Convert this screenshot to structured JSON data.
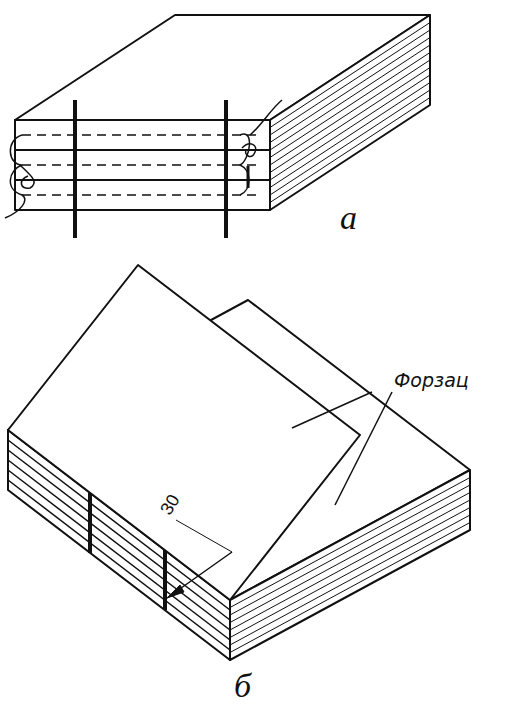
{
  "diagram": {
    "labels": [
      "а",
      "Форзац",
      "30",
      "б"
    ]
  }
}
